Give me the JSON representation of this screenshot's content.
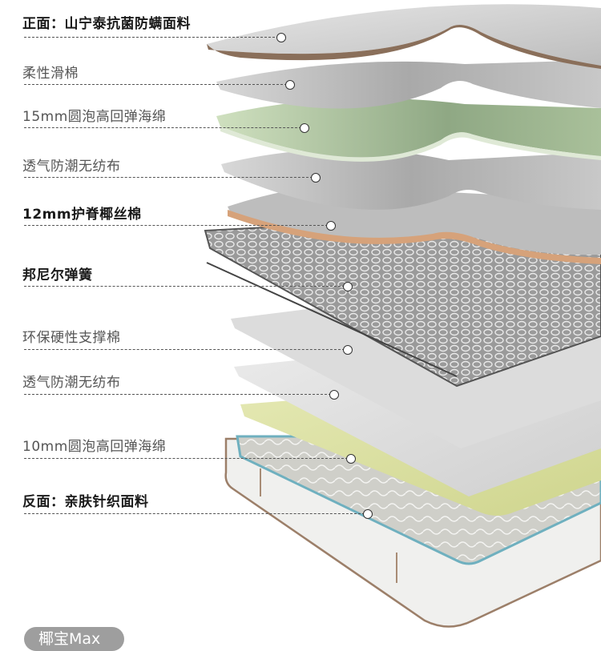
{
  "layers": [
    {
      "label": "正面：山宁泰抗菌防螨面料",
      "emphasis": "bold"
    },
    {
      "label": "柔性滑棉",
      "emphasis": "normal"
    },
    {
      "label": "15mm圆泡高回弹海绵",
      "emphasis": "normal"
    },
    {
      "label": "透气防潮无纺布",
      "emphasis": "normal"
    },
    {
      "label": "12mm护脊椰丝棉",
      "emphasis": "bold"
    },
    {
      "label": "邦尼尔弹簧",
      "emphasis": "bold"
    },
    {
      "label": "环保硬性支撑棉",
      "emphasis": "normal"
    },
    {
      "label": "透气防潮无纺布",
      "emphasis": "normal"
    },
    {
      "label": "10mm圆泡高回弹海绵",
      "emphasis": "normal"
    },
    {
      "label": "反面：亲肤针织面料",
      "emphasis": "bold"
    }
  ],
  "footer_tag": {
    "label": "椰宝Max"
  },
  "colors": {
    "top_fabric": "#d9d9d9",
    "fabric_edge": "#8a6f5a",
    "green_foam": "#c7d8b8",
    "coir": "#d8a47c",
    "spring": "#7a7a7a",
    "yellow_foam": "#dfe4a8",
    "mattress_border": "#9bc6cf",
    "pill": "#9e9e9e"
  }
}
